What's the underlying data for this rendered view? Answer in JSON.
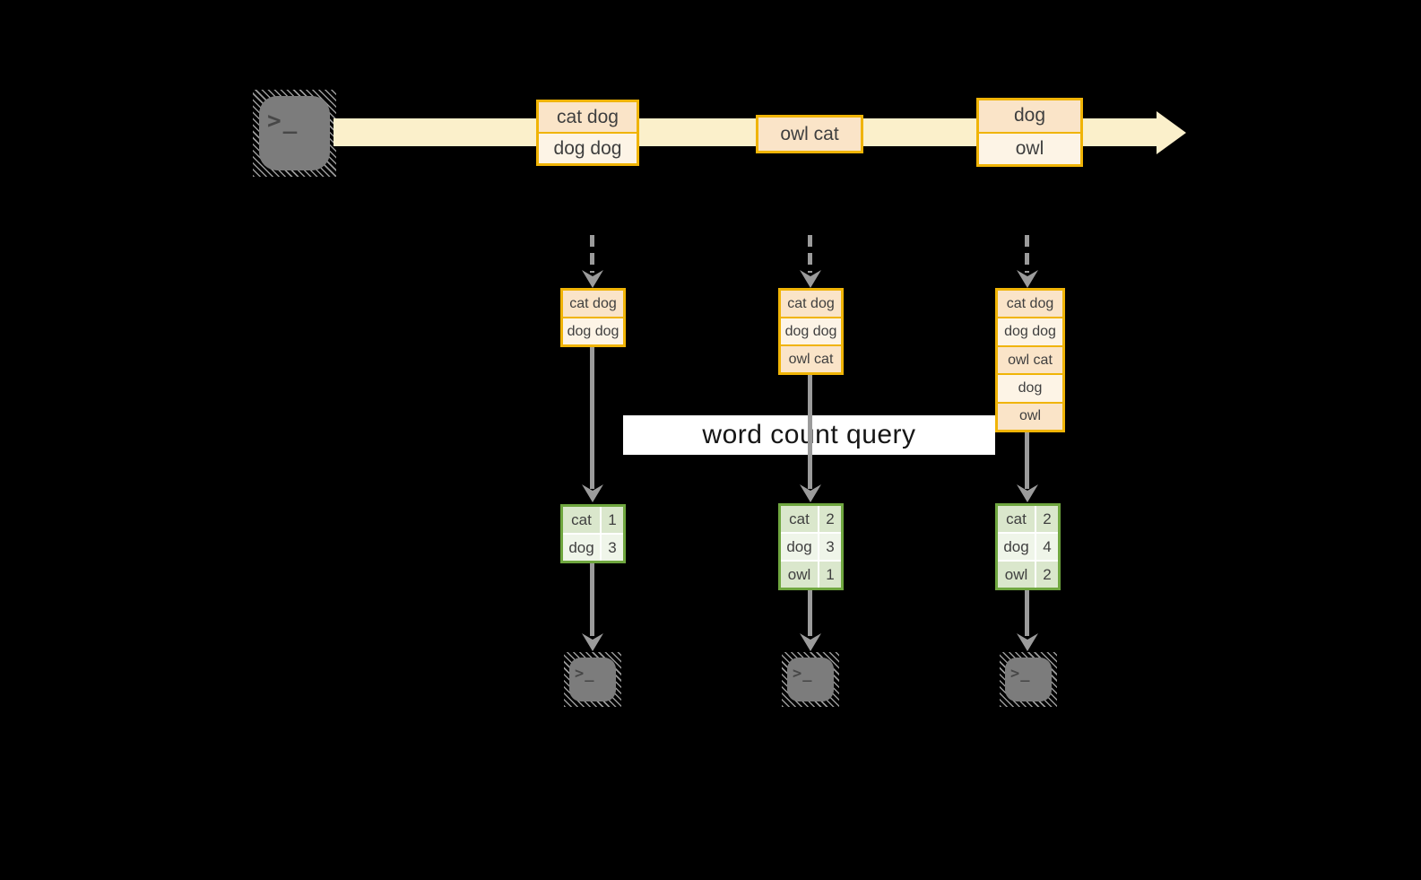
{
  "colors": {
    "background": "#000000",
    "stream_fill": "#FBF0CB",
    "event_box_border": "#F0B406",
    "event_fill_dark": "#FAE4C8",
    "event_fill_light": "#FDF4E6",
    "table_border": "#6FA63F",
    "table_fill_dark": "#DAE7CC",
    "table_fill_light": "#EFF5E9",
    "arrow_gray": "#9B9B9B",
    "terminal_gray": "#7C7C7C",
    "query_band_bg": "#FFFFFF",
    "query_text": "#161616",
    "label_text": "#3F3F3F"
  },
  "icons": {
    "producer": "terminal-icon",
    "consumer": "terminal-icon",
    "arrowhead": "stealth-arrowhead"
  },
  "terminal_glyph": ">_",
  "query_label": "word count query",
  "stream": {
    "events": [
      {
        "lines": [
          "cat dog",
          "dog dog"
        ]
      },
      {
        "lines": [
          "owl cat"
        ]
      },
      {
        "lines": [
          "dog",
          "owl"
        ]
      }
    ]
  },
  "columns": [
    {
      "buffer": [
        "cat dog",
        "dog dog"
      ],
      "counts": [
        {
          "word": "cat",
          "value": "1"
        },
        {
          "word": "dog",
          "value": "3"
        }
      ]
    },
    {
      "buffer": [
        "cat dog",
        "dog dog",
        "owl cat"
      ],
      "counts": [
        {
          "word": "cat",
          "value": "2"
        },
        {
          "word": "dog",
          "value": "3"
        },
        {
          "word": "owl",
          "value": "1"
        }
      ]
    },
    {
      "buffer": [
        "cat dog",
        "dog dog",
        "owl cat",
        "dog",
        "owl"
      ],
      "counts": [
        {
          "word": "cat",
          "value": "2"
        },
        {
          "word": "dog",
          "value": "4"
        },
        {
          "word": "owl",
          "value": "2"
        }
      ]
    }
  ]
}
